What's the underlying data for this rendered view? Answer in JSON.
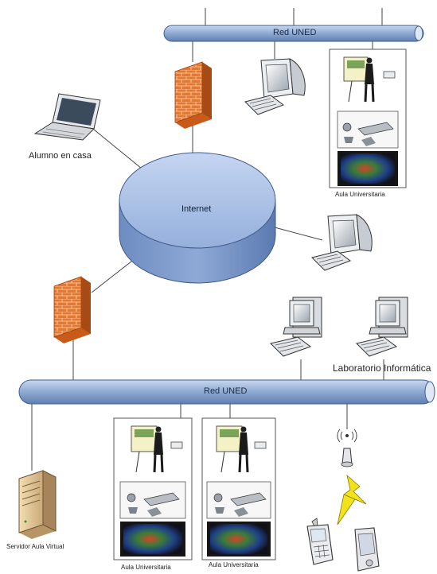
{
  "network": {
    "top_bus_label": "Red UNED",
    "bottom_bus_label": "Red UNED",
    "internet_label": "Internet"
  },
  "nodes": {
    "home_student": "Alumno en casa",
    "classroom_top": "Aula Universitaria",
    "classroom_bottom_left": "Aula Universitaria",
    "classroom_bottom_right": "Aula Universitaria",
    "computer_lab": "Laboratorio Informática",
    "virtual_server": "Servidor Aula Virtual"
  },
  "icons": [
    "firewall-icon",
    "desktop-computer-icon",
    "laptop-icon",
    "server-tower-icon",
    "wireless-access-point-icon",
    "lightning-icon",
    "mobile-phone-icon",
    "pda-icon",
    "presenter-icon",
    "videoconference-kit-icon",
    "display-screen-icon"
  ],
  "colors": {
    "bus_fill": "#93aed4",
    "internet_fill": "#a9bfe2",
    "firewall": "#e8772e",
    "line": "#444444",
    "lightning": "#f2e21a"
  }
}
